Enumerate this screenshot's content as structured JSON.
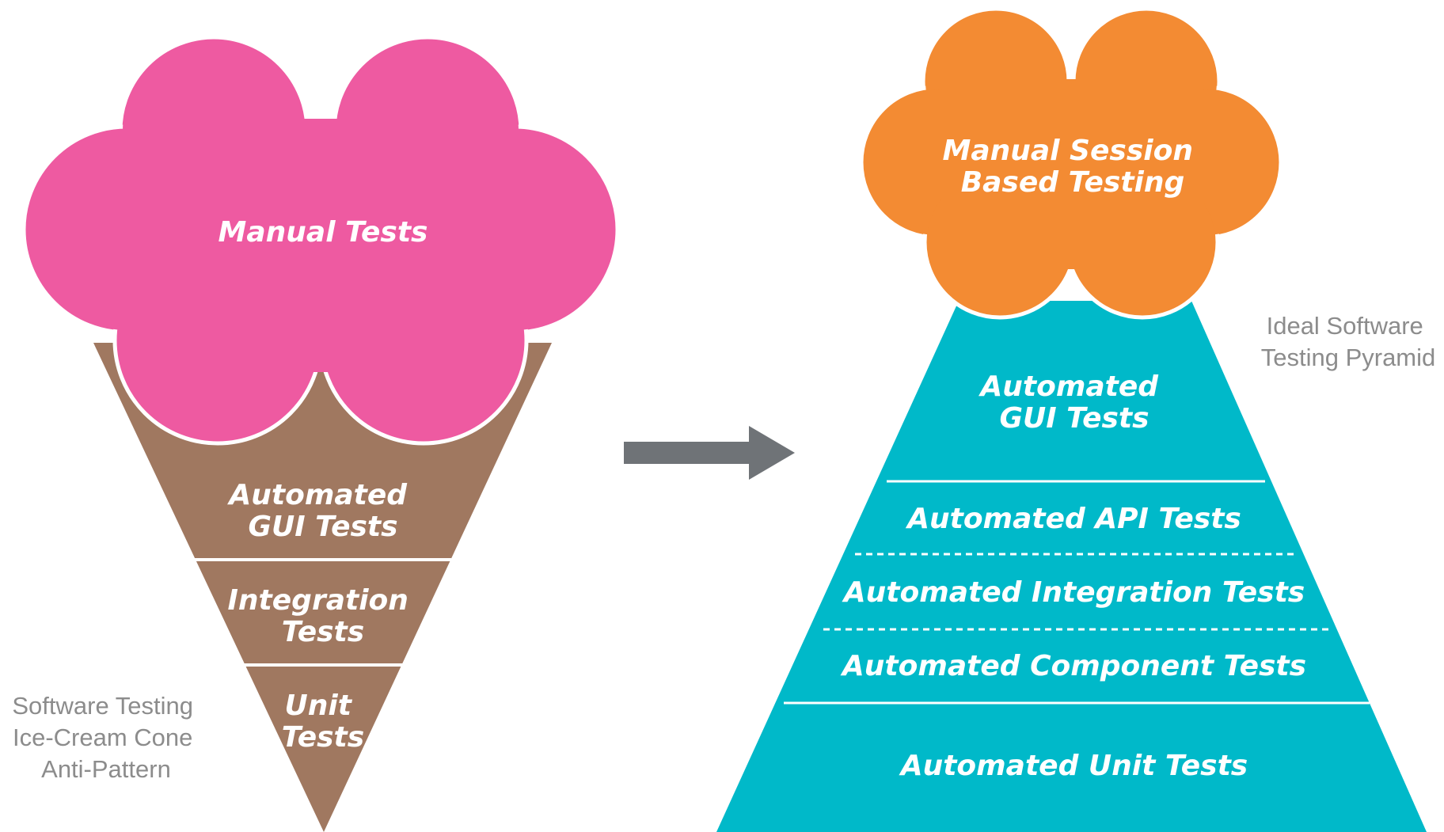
{
  "left": {
    "caption": [
      "Software Testing",
      "Ice-Cream Cone",
      "Anti-Pattern"
    ],
    "scoop_label": [
      "Manual Tests"
    ],
    "layers": [
      {
        "lines": [
          "Automated",
          "GUI Tests"
        ]
      },
      {
        "lines": [
          "Integration",
          "Tests"
        ]
      },
      {
        "lines": [
          "Unit",
          "Tests"
        ]
      }
    ]
  },
  "right": {
    "caption": [
      "Ideal Software",
      "Testing Pyramid"
    ],
    "cloud_label": [
      "Manual Session",
      "Based Testing"
    ],
    "layers": [
      {
        "lines": [
          "Automated",
          "GUI Tests"
        ]
      },
      {
        "lines": [
          "Automated API Tests"
        ]
      },
      {
        "lines": [
          "Automated Integration Tests"
        ]
      },
      {
        "lines": [
          "Automated Component Tests"
        ]
      },
      {
        "lines": [
          "Automated Unit Tests"
        ]
      }
    ]
  },
  "colors": {
    "scoop": "#ee5aa1",
    "cone": "#a07860",
    "cloud": "#f38b33",
    "pyramid": "#00b9c9",
    "arrow": "#6f7377",
    "caption": "#8c8c8c"
  }
}
